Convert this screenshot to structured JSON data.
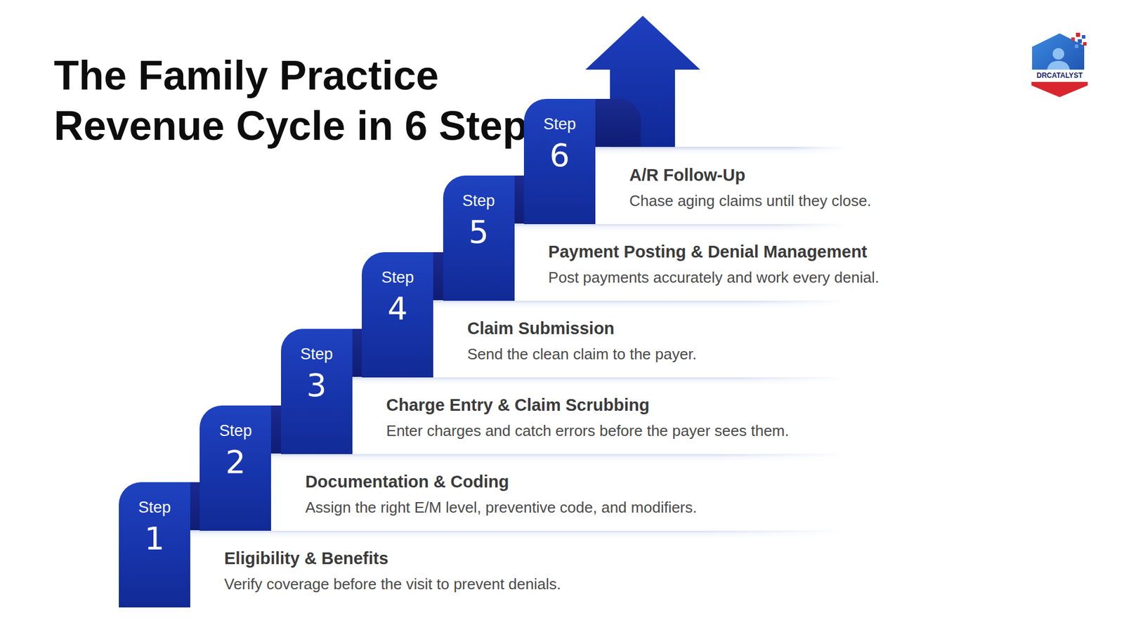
{
  "diagram": {
    "title": "The Family Practice Revenue Cycle in 6 Steps",
    "nodes": [
      {
        "text": [
          "Step",
          "1"
        ]
      },
      {
        "text": [
          "Eligibility & Benefits",
          "Verify coverage before the visit to prevent denials."
        ]
      },
      {
        "text": [
          "Step",
          "2"
        ]
      },
      {
        "text": [
          "Documentation & Coding",
          "Assign the right E/M level, preventive code, and modifiers."
        ]
      },
      {
        "text": [
          "Step",
          "3"
        ]
      },
      {
        "text": [
          "Charge Entry & Claim Scrubbing",
          "Enter charges and catch errors before the payer sees them."
        ]
      },
      {
        "text": [
          "Step",
          "4"
        ]
      },
      {
        "text": [
          "Claim Submission",
          "Send the clean claim to the payer."
        ]
      },
      {
        "text": [
          "Step",
          "5"
        ]
      },
      {
        "text": [
          "Payment Posting & Denial Management",
          "Post payments accurately and work every denial."
        ]
      },
      {
        "text": [
          "Step",
          "6"
        ]
      },
      {
        "text": [
          "A/R Follow-Up",
          "Chase aging claims until they close."
        ]
      }
    ],
    "labels": [
      "DRCATALYST"
    ]
  }
}
